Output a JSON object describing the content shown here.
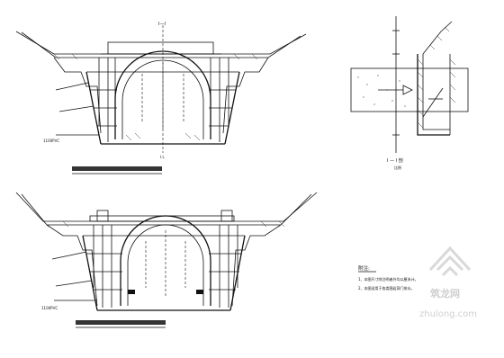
{
  "drawing": {
    "top_marker": "I—I",
    "bottom_marker": "I.L",
    "pipe_label_top": "1100PVC",
    "pipe_label_bottom": "1100PVC",
    "section_label": "I — I 剖",
    "section_sub": "比例",
    "notes_title": "附注:",
    "notes": [
      "1、本图尺寸除注明者外均以厘米计。",
      "2、本图适用于各类围岩洞门排水。"
    ]
  },
  "watermark": {
    "site": "zhulong.com",
    "brand": "筑龙网"
  },
  "colors": {
    "ink": "#111111",
    "watermark": "#d9d9d9",
    "background": "#ffffff"
  }
}
